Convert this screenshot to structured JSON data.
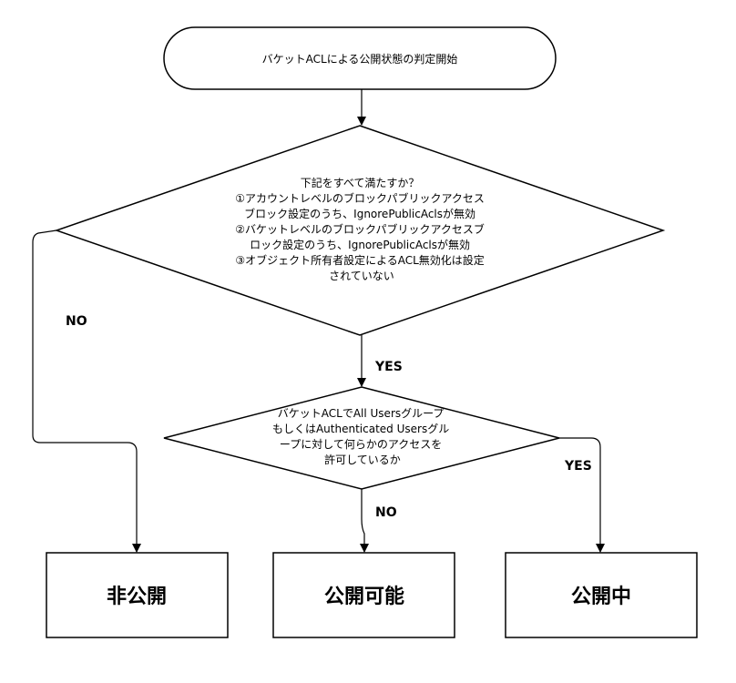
{
  "diagram": {
    "start": {
      "text": "バケットACLによる公開状態の判定開始"
    },
    "decision1": {
      "lines": [
        "下記をすべて満たすか？",
        "①アカウントレベルのブロックパブリックアクセス",
        "ブロック設定のうち、IgnorePublicAclsが無効",
        "②バケットレベルのブロックパブリックアクセスブ",
        "ロック設定のうち、IgnorePublicAclsが無効",
        "③オブジェクト所有者設定によるACL無効化は設定",
        "されていない"
      ]
    },
    "decision2": {
      "lines": [
        "バケットACLでAll Usersグループ",
        "もしくはAuthenticated Usersグル",
        "ープに対して何らかのアクセスを",
        "許可しているか"
      ]
    },
    "labels": {
      "d1_no": "NO",
      "d1_yes": "YES",
      "d2_no": "NO",
      "d2_yes": "YES"
    },
    "outcomes": {
      "private": "非公開",
      "publishable": "公開可能",
      "public": "公開中"
    }
  }
}
